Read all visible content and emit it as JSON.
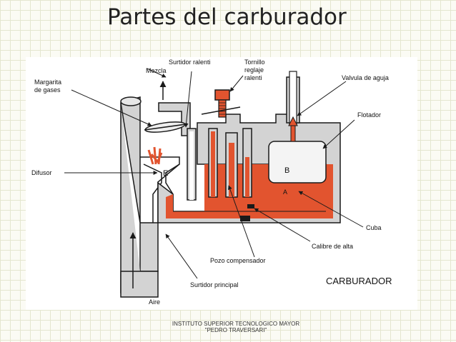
{
  "title": "Partes del carburador",
  "diagram": {
    "heading": "CARBURADOR",
    "labels": {
      "mezcla": "Mezcla",
      "margarita_1": "Margarita",
      "margarita_2": "de gases",
      "surtidor_ralenti": "Surtidor ralenti",
      "tornillo_1": "Tornillo",
      "tornillo_2": "reglaje",
      "tornillo_3": "ralenti",
      "valvula_aguja": "Valvula de aguja",
      "flotador": "Flotador",
      "difusor": "Difusor",
      "cuba": "Cuba",
      "calibre_alta": "Calibre de alta",
      "pozo_compensador": "Pozo compensador",
      "surtidor_principal": "Surtidor principal",
      "aire": "Aire",
      "letter_e": "E",
      "letter_b": "B",
      "letter_a": "A"
    }
  },
  "footer": {
    "line1": "INSTITUTO SUPERIOR TECNOLOGICO MAYOR",
    "line2": "\"PEDRO TRAVERSARI\""
  },
  "colors": {
    "fuel": "#e2542f",
    "metal": "#d3d3d3",
    "outline": "#1a1a1a"
  }
}
